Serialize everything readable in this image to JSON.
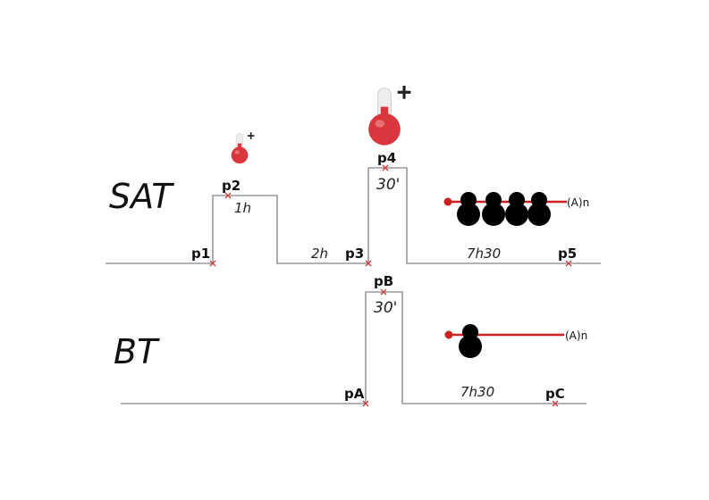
{
  "rows": [
    {
      "label": "SAT"
    },
    {
      "label": "BT"
    }
  ],
  "sat_points": [
    {
      "label": "p1"
    },
    {
      "label": "p2"
    },
    {
      "label": "p3"
    },
    {
      "label": "p4"
    },
    {
      "label": "p5"
    }
  ],
  "bt_points": [
    {
      "label": "pA"
    },
    {
      "label": "pB"
    },
    {
      "label": "pC"
    }
  ],
  "sat_durations": [
    "1h",
    "2h",
    "30'",
    "7h30"
  ],
  "bt_durations": [
    "30'",
    "7h30"
  ],
  "mrna_tail_label": "(A)n",
  "sat_ribosome_count": 4,
  "bt_ribosome_count": 1,
  "colors": {
    "marker": "#d23a3a",
    "mrna": "#cc1f1f",
    "thermometer": "#d9363e",
    "trace": "#9a9a9a"
  },
  "icons": [
    "thermometer-plus-icon"
  ]
}
